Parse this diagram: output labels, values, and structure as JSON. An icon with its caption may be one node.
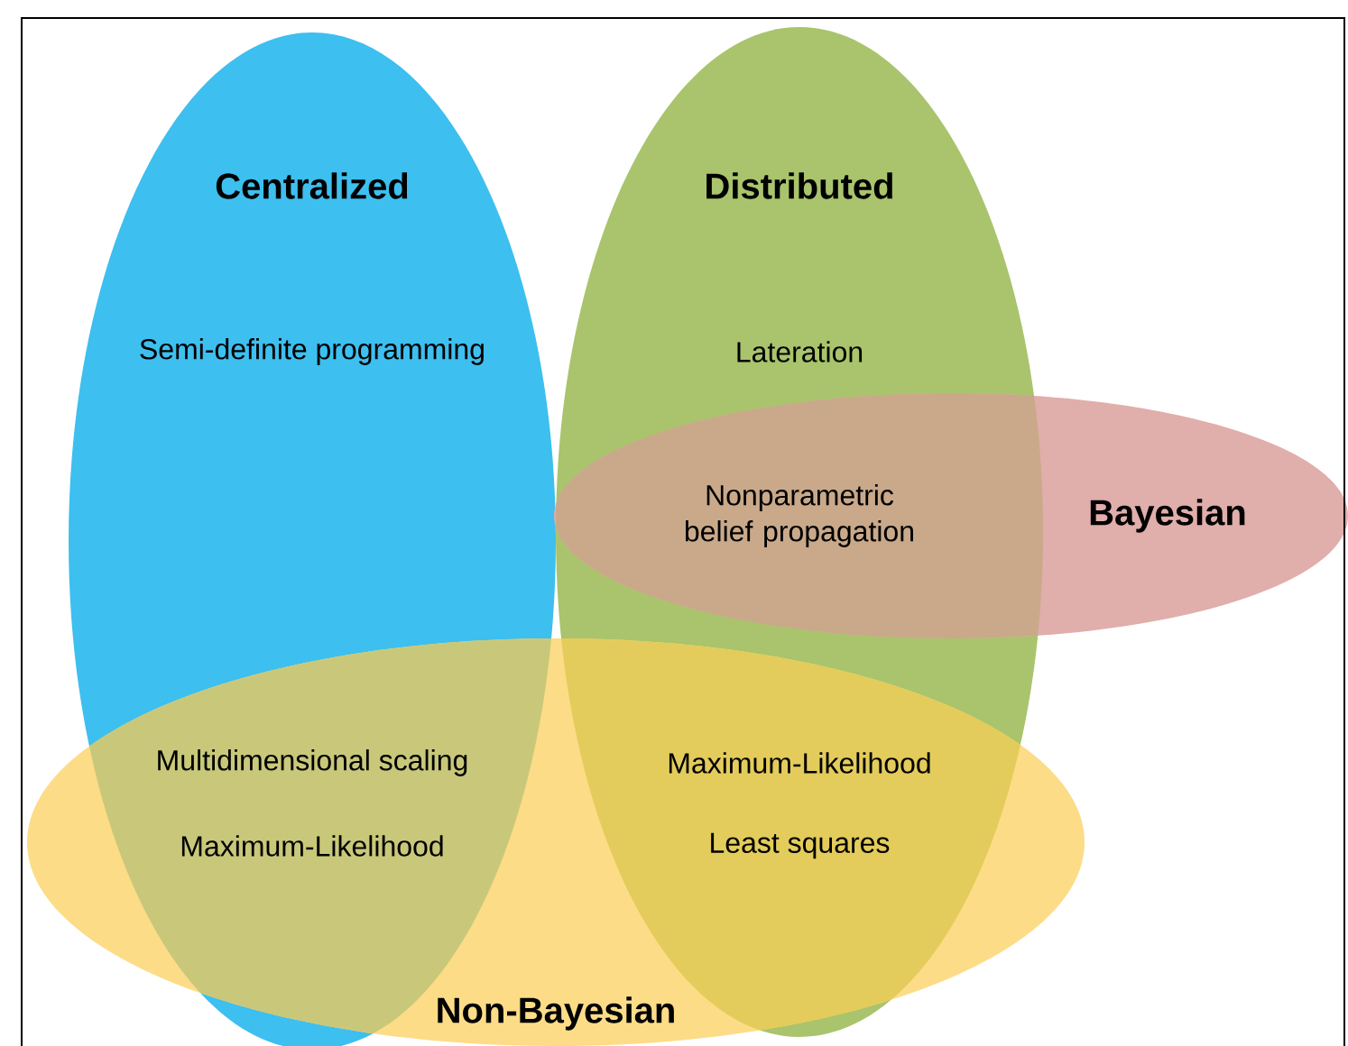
{
  "diagram": {
    "nodes": [
      {
        "text": [
          "Centralized"
        ]
      },
      {
        "text": [
          "Distributed"
        ]
      },
      {
        "text": [
          "Bayesian"
        ]
      },
      {
        "text": [
          "Non-Bayesian"
        ]
      }
    ],
    "labels": [
      "Semi-definite programming",
      "Lateration",
      "Nonparametric belief propagation",
      "Multidimensional scaling",
      "Maximum-Likelihood",
      "Maximum-Likelihood",
      "Least squares"
    ]
  }
}
